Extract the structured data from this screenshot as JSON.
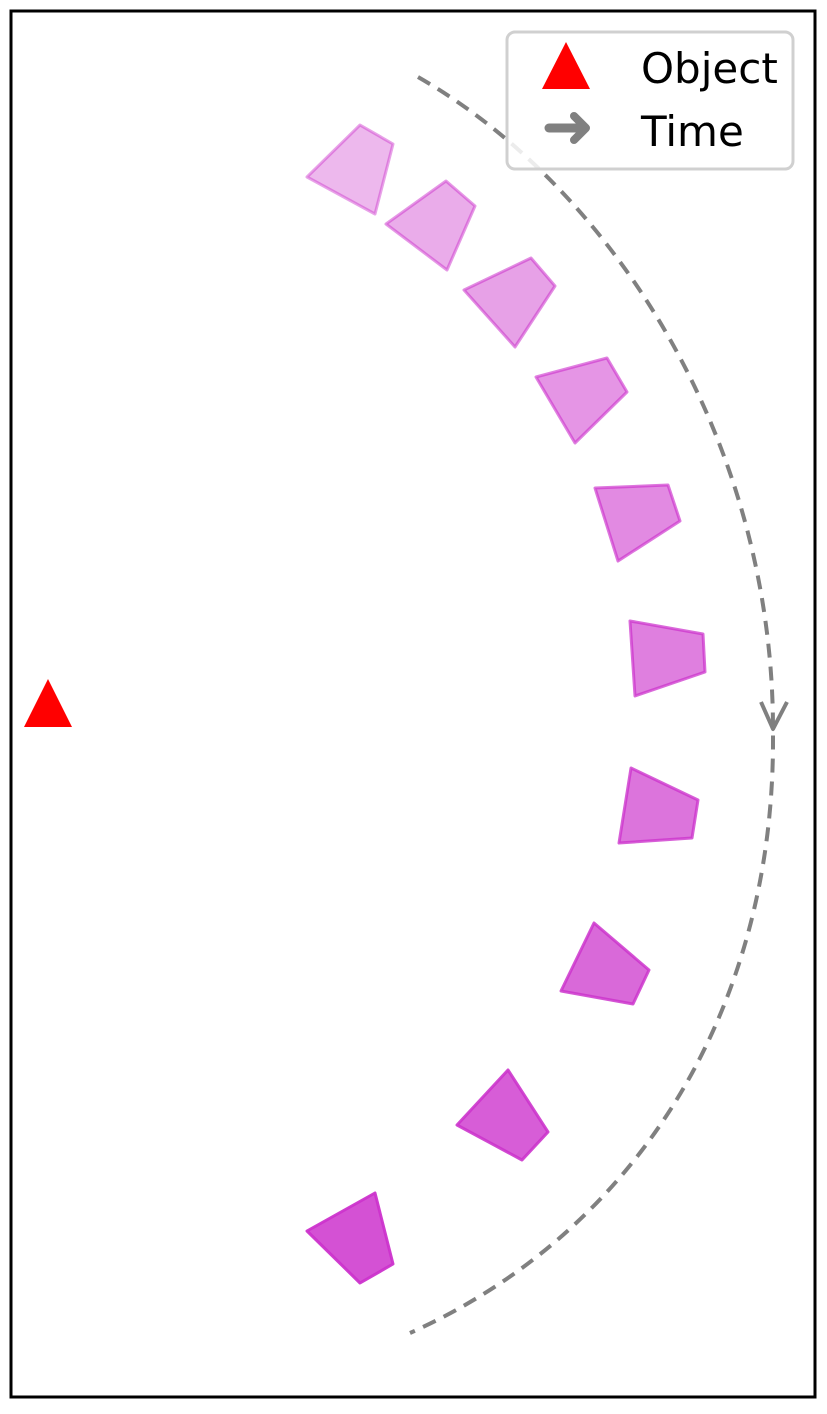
{
  "legend": {
    "items": [
      {
        "label": "Object",
        "marker": "red-triangle",
        "color": "#ff0000"
      },
      {
        "label": "Time",
        "marker": "gray-arrow",
        "color": "#808080"
      }
    ]
  },
  "colors": {
    "object": "#ff0000",
    "time_arc": "#808080",
    "shape_fill": "#cc33cc",
    "shape_stroke": "#cc33cc",
    "frame": "#000000",
    "background": "#ffffff"
  },
  "scene": {
    "object_count": 1,
    "shape_count": 10,
    "shape_opacity_start": 0.35,
    "shape_opacity_end": 0.85,
    "arc_direction": "clockwise"
  }
}
